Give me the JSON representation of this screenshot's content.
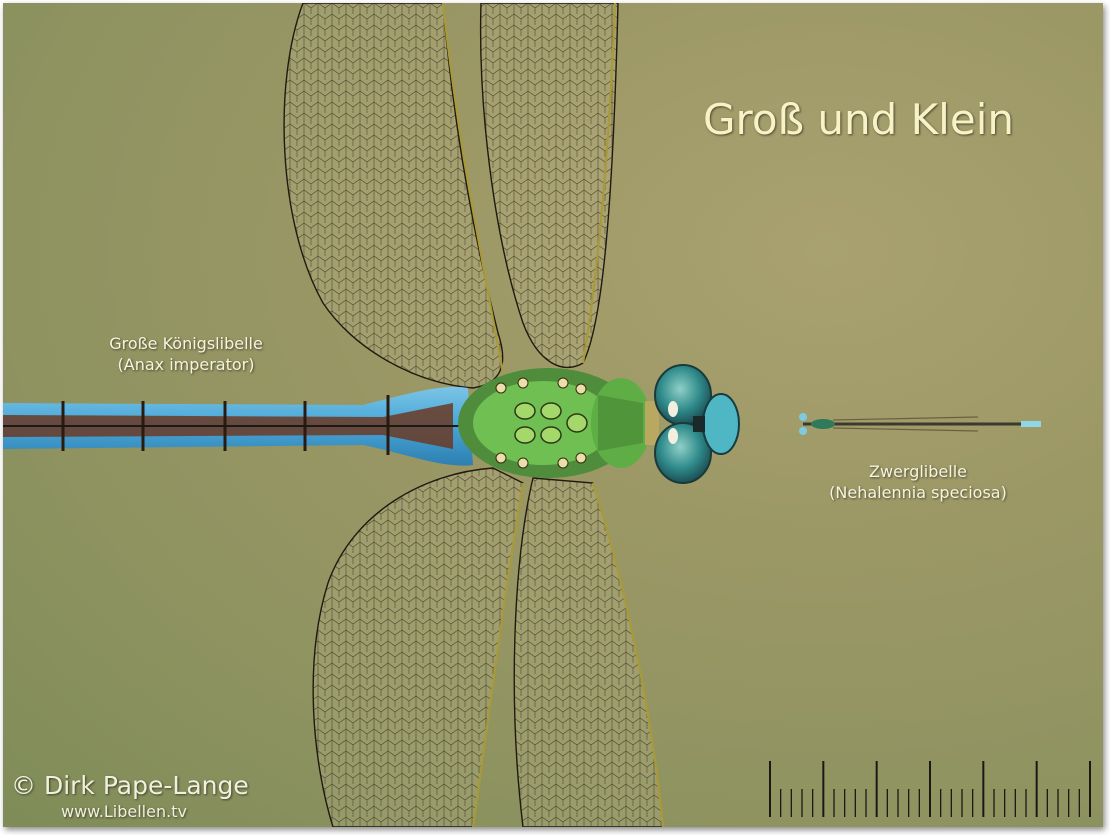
{
  "title": "Groß und Klein",
  "large_species": {
    "common_name": "Große Königslibelle",
    "latin_name": "(Anax imperator)"
  },
  "small_species": {
    "common_name": "Zwerglibelle",
    "latin_name": "(Nehalennia speciosa)"
  },
  "copyright": "© Dirk Pape-Lange",
  "website": "www.Libellen.tv",
  "colors": {
    "background": "#9c9866",
    "title_text": "#f8f2c6",
    "abdomen_blue": "#4aa8d8",
    "thorax_green": "#5cb848",
    "eye_teal": "#2f8a8a"
  },
  "scale_ruler": {
    "major_ticks": 7,
    "minor_ticks_per_major": 4
  }
}
